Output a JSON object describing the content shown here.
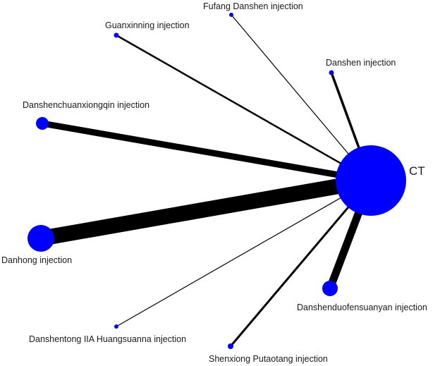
{
  "diagram": {
    "type": "network",
    "colors": {
      "node": "#0000ff",
      "edge": "#000000",
      "background": "#ffffff"
    },
    "center": {
      "label": "CT"
    },
    "nodes": [
      {
        "id": "fufang",
        "label": "Fufang Danshen injection"
      },
      {
        "id": "guanxinning",
        "label": "Guanxinning injection"
      },
      {
        "id": "danshen",
        "label": "Danshen injection"
      },
      {
        "id": "dscxq",
        "label": "Danshenchuanxiongqin injection"
      },
      {
        "id": "danhong",
        "label": "Danhong injection"
      },
      {
        "id": "dsdfsy",
        "label": "Danshenduofensuanyan injection"
      },
      {
        "id": "dst",
        "label": "Danshentong IIA Huangsuanna injection"
      },
      {
        "id": "sxpt",
        "label": "Shenxiong Putaotang injection"
      }
    ]
  }
}
